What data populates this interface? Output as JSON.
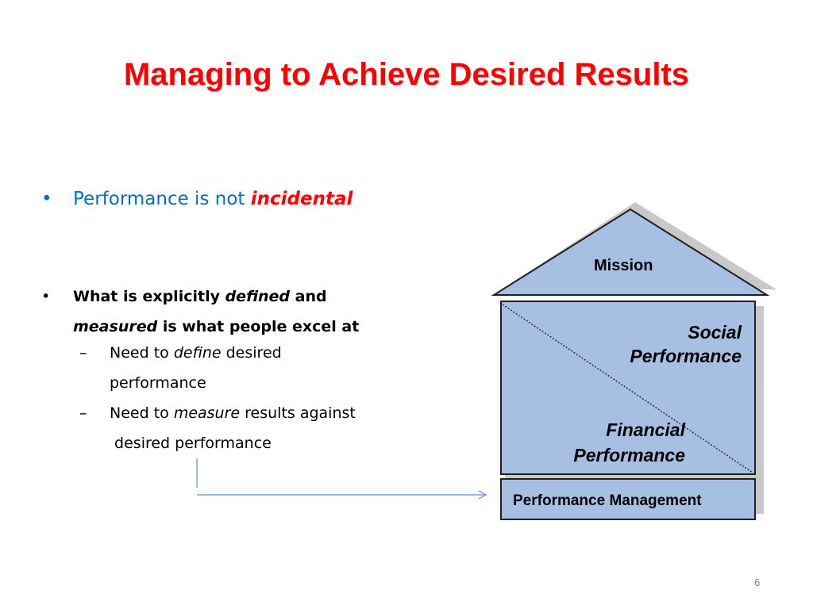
{
  "title": "Managing to Achieve Desired Results",
  "bullet1": {
    "marker": "•",
    "text": "Performance is not ",
    "emphasis": "incidental"
  },
  "bullet2": {
    "marker": "•",
    "line1_pre": "What is explicitly ",
    "line1_em": "defined",
    "line1_post": " and",
    "line2_em": "measured",
    "line2_post": " is what people excel at"
  },
  "subbullets": [
    {
      "marker": "–",
      "pre": "Need to ",
      "em": "define",
      "post": " desired",
      "line2": "performance"
    },
    {
      "marker": "–",
      "pre": "Need to ",
      "em": "measure",
      "post": " results against",
      "line2": " desired performance"
    }
  ],
  "house": {
    "roof_label": "Mission",
    "upper_label_line1": "Social",
    "upper_label_line2": "Performance",
    "lower_label_line1": "Financial",
    "lower_label_line2": "Performance",
    "foundation_label": "Performance Management",
    "fill_color": "#a6bfe2",
    "stroke_color": "#1f1f1f",
    "shadow_color": "#c8c8c8"
  },
  "page_number": "6",
  "colors": {
    "title": "#ff0000",
    "bullet1": "#0070c0",
    "emphasis": "#ff0000",
    "arrow": "#5b8fd1"
  }
}
